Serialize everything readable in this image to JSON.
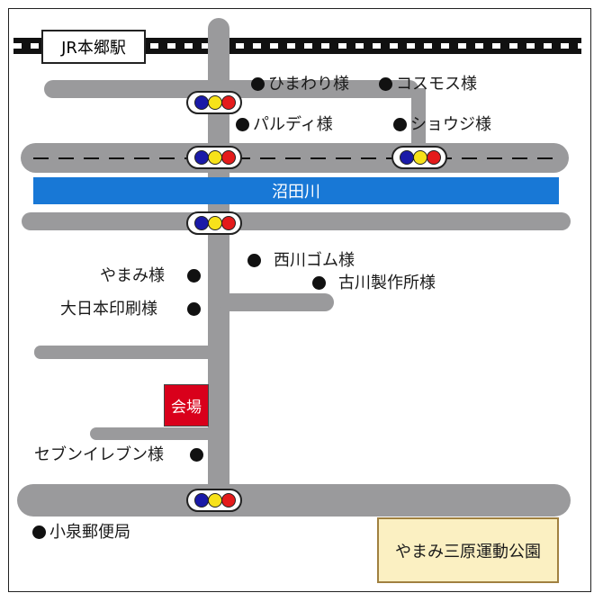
{
  "map": {
    "station": "JR本郷駅",
    "river": "沼田川",
    "venue": "会場",
    "park": "やまみ三原運動公園",
    "landmarks": {
      "himawari": "ひまわり様",
      "cosmos": "コスモス様",
      "paldy": "パルディ様",
      "shoji": "ショウジ様",
      "nishikawa_gomu": "西川ゴム様",
      "furukawa": "古川製作所様",
      "yamami": "やまみ様",
      "dainippon_insatsu": "大日本印刷様",
      "seven_eleven": "セブンイレブン様",
      "post_office": "小泉郵便局"
    },
    "colors": {
      "road": "#9a9a9c",
      "river": "#1878d6",
      "venue": "#d9001b",
      "park": "#fbf0c2",
      "signal_blue": "#1a1aa8",
      "signal_yellow": "#f7e21a",
      "signal_red": "#e41b1b"
    }
  }
}
